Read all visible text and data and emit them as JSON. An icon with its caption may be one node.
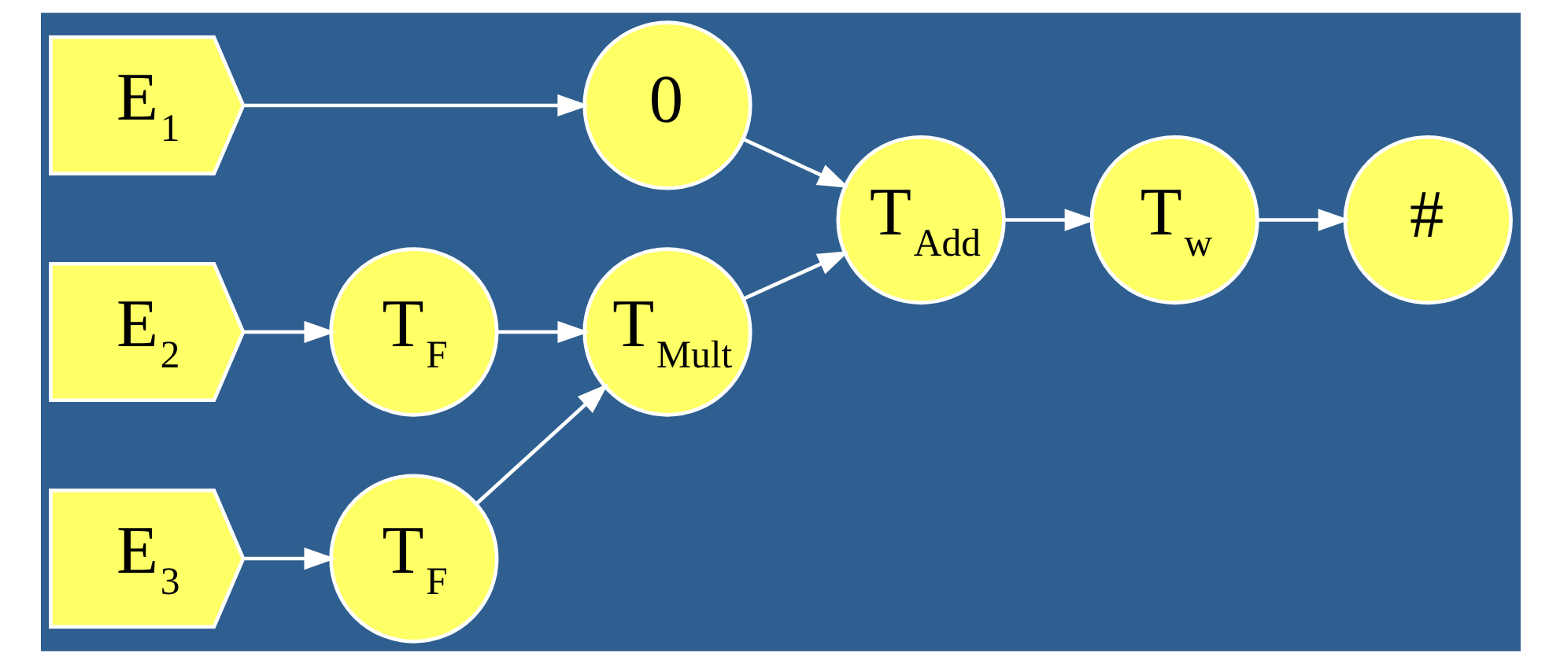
{
  "diagram": {
    "nodes": [
      {
        "text": [
          "E$_{1}$"
        ]
      },
      {
        "text": [
          "0"
        ]
      },
      {
        "text": [
          "E$_{2}$"
        ]
      },
      {
        "text": [
          "T$_{F}$"
        ]
      },
      {
        "text": [
          "E$_{3}$"
        ]
      },
      {
        "text": [
          "T$_{F}$"
        ]
      },
      {
        "text": [
          "T$_{Mult}$"
        ]
      },
      {
        "text": [
          "T$_{Add}$"
        ]
      },
      {
        "text": [
          "T$_{w}$"
        ]
      },
      {
        "text": [
          "#"
        ]
      }
    ],
    "edges": [
      {
        "from": 0,
        "to": 1,
        "arrow": "to"
      },
      {
        "from": 1,
        "to": 7,
        "arrow": "to"
      },
      {
        "from": 2,
        "to": 3,
        "arrow": "to"
      },
      {
        "from": 3,
        "to": 6,
        "arrow": "to"
      },
      {
        "from": 4,
        "to": 5,
        "arrow": "to"
      },
      {
        "from": 5,
        "to": 6,
        "arrow": "to"
      },
      {
        "from": 6,
        "to": 7,
        "arrow": "to"
      },
      {
        "from": 7,
        "to": 8,
        "arrow": "to"
      },
      {
        "from": 8,
        "to": 9,
        "arrow": "to"
      }
    ]
  }
}
